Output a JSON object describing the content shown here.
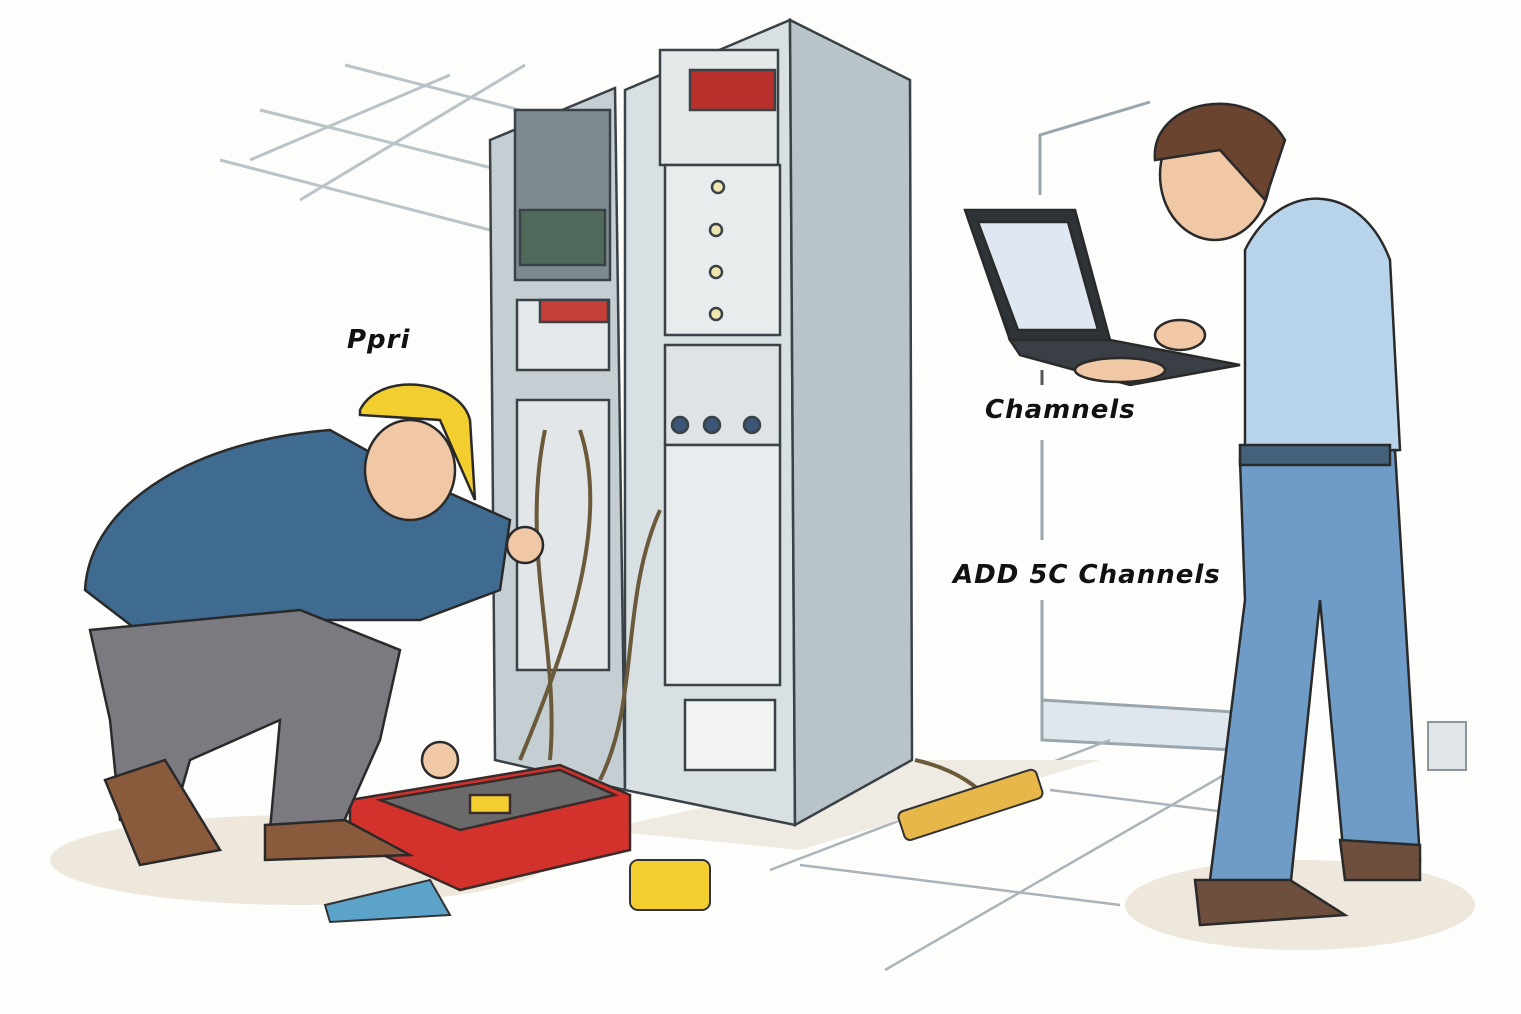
{
  "labels": {
    "left_label": "Ppri",
    "right_label_top": "Chamnels",
    "right_label_bottom": "ADD 5C Channels"
  },
  "colors": {
    "rack": "#c9d3d6",
    "hardhat": "#f2cf2e",
    "toolbox": "#d2322b",
    "left_shirt": "#3f6b90",
    "right_shirt": "#b8d4ea",
    "jeans": "#6f9cc7"
  }
}
